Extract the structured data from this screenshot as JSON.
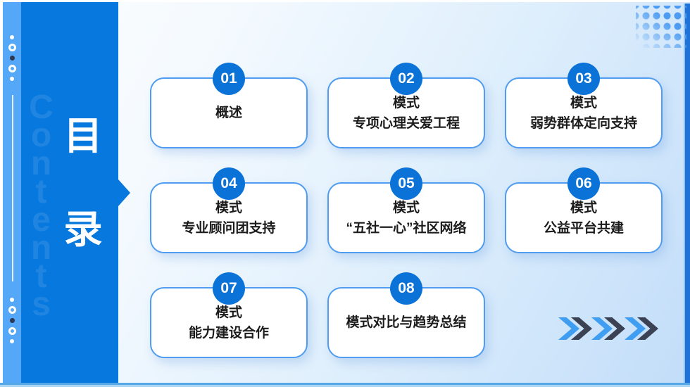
{
  "sidebar": {
    "watermark": "Contents",
    "title_chars": [
      "目",
      "录"
    ]
  },
  "cards": [
    {
      "number": "01",
      "lines": [
        "概述"
      ]
    },
    {
      "number": "02",
      "lines": [
        "模式",
        "专项心理关爱工程"
      ]
    },
    {
      "number": "03",
      "lines": [
        "模式",
        "弱势群体定向支持"
      ]
    },
    {
      "number": "04",
      "lines": [
        "模式",
        "专业顾问团支持"
      ]
    },
    {
      "number": "05",
      "lines": [
        "模式",
        "“五社一心”社区网络"
      ]
    },
    {
      "number": "06",
      "lines": [
        "模式",
        "公益平台共建"
      ]
    },
    {
      "number": "07",
      "lines": [
        "模式",
        "能力建设合作"
      ]
    },
    {
      "number": "08",
      "lines": [
        "模式对比与趋势总结"
      ]
    }
  ],
  "decor": {
    "panel_blue": "#0778dd",
    "strip_light_blue": "#55a8f7",
    "card_border_blue": "#4f9cf0",
    "badge_blue": "#0b72d8",
    "chevron_blue": "#3f9ef2",
    "chevron_dark": "#3a4254",
    "edge_strip_blue": "#1e72d8"
  }
}
